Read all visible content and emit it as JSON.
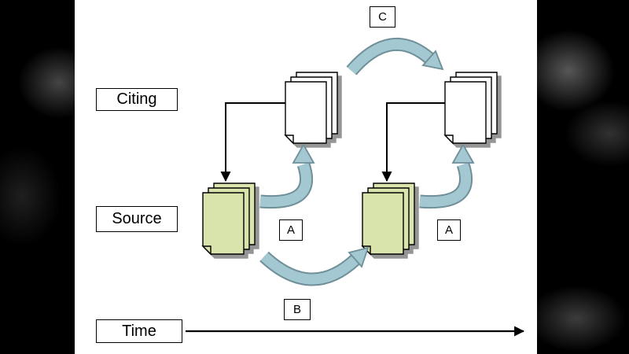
{
  "diagram": {
    "type": "citation-flow-diagram",
    "labels": {
      "citing": "Citing",
      "source": "Source",
      "time": "Time"
    },
    "markers": {
      "c": "C",
      "a_left": "A",
      "a_right": "A",
      "b": "B"
    },
    "nodes": {
      "citing_left": "citing-documents-stack-icon",
      "citing_right": "citing-documents-stack-icon",
      "source_left": "source-documents-stack-icon",
      "source_right": "source-documents-stack-icon"
    },
    "colors": {
      "background": "#000000",
      "canvas": "#ffffff",
      "doc_white": "#ffffff",
      "doc_green": "#d9e4ad",
      "shadow": "#959595",
      "arrow_fill": "#a4c8d2",
      "arrow_outline": "#6f8f99",
      "line": "#000000"
    }
  }
}
